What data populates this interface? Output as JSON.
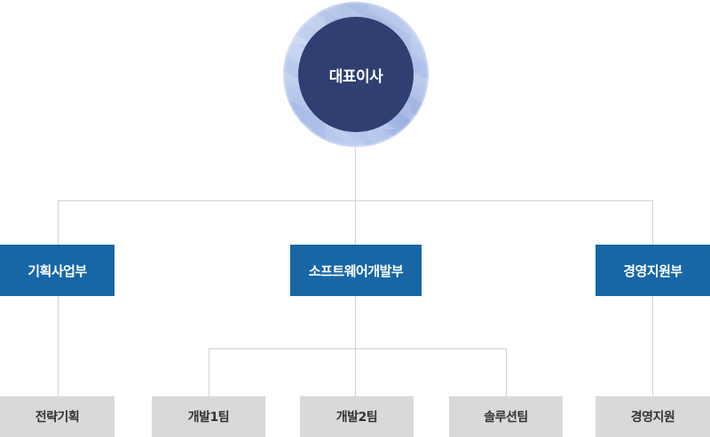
{
  "org": {
    "ceo": "대표이사",
    "departments": [
      {
        "name": "기획사업부",
        "teams": [
          "전략기획"
        ]
      },
      {
        "name": "소프트웨어개발부",
        "teams": [
          "개발1팀",
          "개발2팀",
          "솔루션팀"
        ]
      },
      {
        "name": "경영지원부",
        "teams": [
          "경영지원"
        ]
      }
    ]
  },
  "colors": {
    "ceo_inner": "#2f3f71",
    "ceo_ring": "#a9bde8",
    "department_box": "#1766a6",
    "team_box": "#d9d9d9",
    "connector": "#d2d2d2"
  }
}
